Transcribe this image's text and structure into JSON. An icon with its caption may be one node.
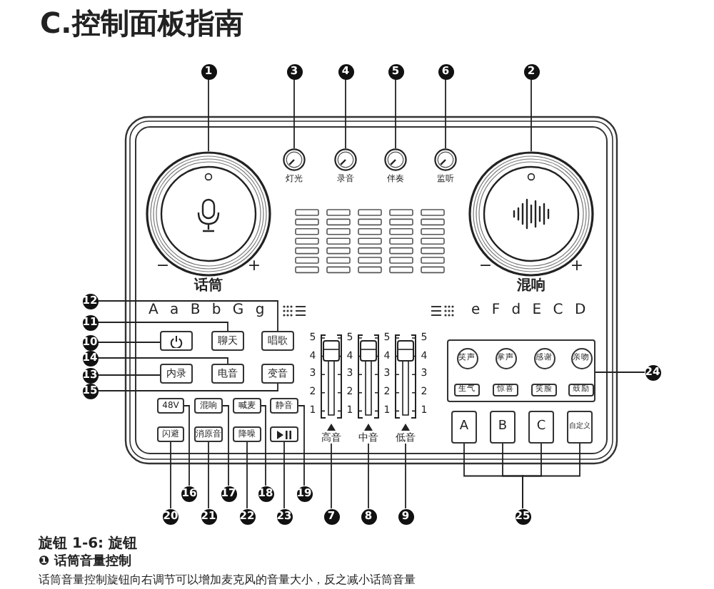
{
  "diagram": {
    "title": "C.控制面板指南",
    "nodes": [
      {
        "text": [
          "1"
        ]
      },
      {
        "text": [
          "3"
        ]
      },
      {
        "text": [
          "4"
        ]
      },
      {
        "text": [
          "5"
        ]
      },
      {
        "text": [
          "6"
        ]
      },
      {
        "text": [
          "2"
        ]
      },
      {
        "text": [
          "话筒"
        ],
        "beside": [
          "−",
          "+"
        ]
      },
      {
        "text": [
          "灯光"
        ]
      },
      {
        "text": [
          "录音"
        ]
      },
      {
        "text": [
          "伴奏"
        ]
      },
      {
        "text": [
          "监听"
        ]
      },
      {
        "text": [
          "混响"
        ],
        "beside": [
          "−",
          "+"
        ]
      },
      {
        "text": [
          "12"
        ]
      },
      {
        "text": [
          "11"
        ]
      },
      {
        "text": [
          "10"
        ]
      },
      {
        "text": [
          "14"
        ]
      },
      {
        "text": [
          "13"
        ]
      },
      {
        "text": [
          "15"
        ]
      },
      {
        "text": [],
        "shape": "box"
      },
      {
        "text": [
          "聊天"
        ]
      },
      {
        "text": [
          "唱歌"
        ]
      },
      {
        "text": [
          "内录"
        ]
      },
      {
        "text": [
          "电音"
        ]
      },
      {
        "text": [
          "变音"
        ]
      },
      {
        "text": [
          "48V"
        ]
      },
      {
        "text": [
          "混响"
        ]
      },
      {
        "text": [
          "喊麦"
        ]
      },
      {
        "text": [
          "静音"
        ]
      },
      {
        "text": [
          "闪避"
        ]
      },
      {
        "text": [
          "消原音"
        ]
      },
      {
        "text": [
          "降噪"
        ]
      },
      {
        "text": [],
        "shape": "box"
      },
      {
        "text": [
          "高音"
        ]
      },
      {
        "text": [
          "中音"
        ]
      },
      {
        "text": [
          "低音"
        ]
      },
      {
        "text": [],
        "shape": "box"
      },
      {
        "text": [
          "笑声"
        ],
        "in": 35
      },
      {
        "text": [
          "掌声"
        ],
        "in": 35
      },
      {
        "text": [
          "感谢"
        ],
        "in": 35
      },
      {
        "text": [
          "亲吻"
        ],
        "in": 35
      },
      {
        "text": [
          "生气"
        ],
        "in": 35
      },
      {
        "text": [
          "惊喜"
        ],
        "in": 35
      },
      {
        "text": [
          "笑脸"
        ],
        "in": 35
      },
      {
        "text": [
          "鼓励"
        ],
        "in": 35
      },
      {
        "text": [
          "24"
        ]
      },
      {
        "text": [
          "A"
        ]
      },
      {
        "text": [
          "B"
        ]
      },
      {
        "text": [
          "C"
        ]
      },
      {
        "text": [
          "自定义"
        ]
      },
      {
        "text": [
          "16"
        ]
      },
      {
        "text": [
          "17"
        ]
      },
      {
        "text": [
          "18"
        ]
      },
      {
        "text": [
          "19"
        ]
      },
      {
        "text": [
          "20"
        ]
      },
      {
        "text": [
          "21"
        ]
      },
      {
        "text": [
          "22"
        ]
      },
      {
        "text": [
          "23"
        ]
      },
      {
        "text": [
          "7"
        ]
      },
      {
        "text": [
          "8"
        ]
      },
      {
        "text": [
          "9"
        ]
      },
      {
        "text": [
          "25"
        ]
      }
    ],
    "edges": [
      {
        "from": 0,
        "to": 6,
        "arrow": "none"
      },
      {
        "from": 1,
        "to": 7,
        "arrow": "none"
      },
      {
        "from": 2,
        "to": 8,
        "arrow": "none"
      },
      {
        "from": 3,
        "to": 9,
        "arrow": "none"
      },
      {
        "from": 4,
        "to": 10,
        "arrow": "none"
      },
      {
        "from": 5,
        "to": 11,
        "arrow": "none"
      },
      {
        "from": 12,
        "to": 20,
        "arrow": "none"
      },
      {
        "from": 13,
        "to": 19,
        "arrow": "none"
      },
      {
        "from": 14,
        "to": 18,
        "arrow": "none"
      },
      {
        "from": 15,
        "to": 22,
        "arrow": "none"
      },
      {
        "from": 16,
        "to": 21,
        "arrow": "none"
      },
      {
        "from": 17,
        "to": 23,
        "arrow": "none"
      },
      {
        "from": 49,
        "to": 24,
        "arrow": "none"
      },
      {
        "from": 50,
        "to": 25,
        "arrow": "none"
      },
      {
        "from": 51,
        "to": 26,
        "arrow": "none"
      },
      {
        "from": 52,
        "to": 27,
        "arrow": "none"
      },
      {
        "from": 53,
        "to": 28,
        "arrow": "none"
      },
      {
        "from": 54,
        "to": 29,
        "arrow": "none"
      },
      {
        "from": 55,
        "to": 30,
        "arrow": "none"
      },
      {
        "from": 56,
        "to": 31,
        "arrow": "none"
      },
      {
        "from": 57,
        "to": 32,
        "arrow": "none"
      },
      {
        "from": 58,
        "to": 33,
        "arrow": "none"
      },
      {
        "from": 59,
        "to": 34,
        "arrow": "none"
      },
      {
        "from": 44,
        "to": 35,
        "arrow": "none"
      },
      {
        "from": 60,
        "to": 45,
        "arrow": "none"
      },
      {
        "from": 60,
        "to": 46,
        "arrow": "none"
      },
      {
        "from": 60,
        "to": 47,
        "arrow": "none"
      },
      {
        "from": 60,
        "to": 48,
        "arrow": "none"
      }
    ],
    "labels": [
      "A a B b G g",
      "e F d E C D",
      "5",
      "5",
      "5",
      "5",
      "4",
      "4",
      "4",
      "4",
      "3",
      "3",
      "3",
      "3",
      "2",
      "2",
      "2",
      "2",
      "1",
      "1",
      "1",
      "1",
      "旋钮 1-6: 旋钮",
      "❶ 话筒音量控制",
      "话筒音量控制旋钮向右调节可以增加麦克风的音量大小，反之减小话筒音量"
    ]
  }
}
